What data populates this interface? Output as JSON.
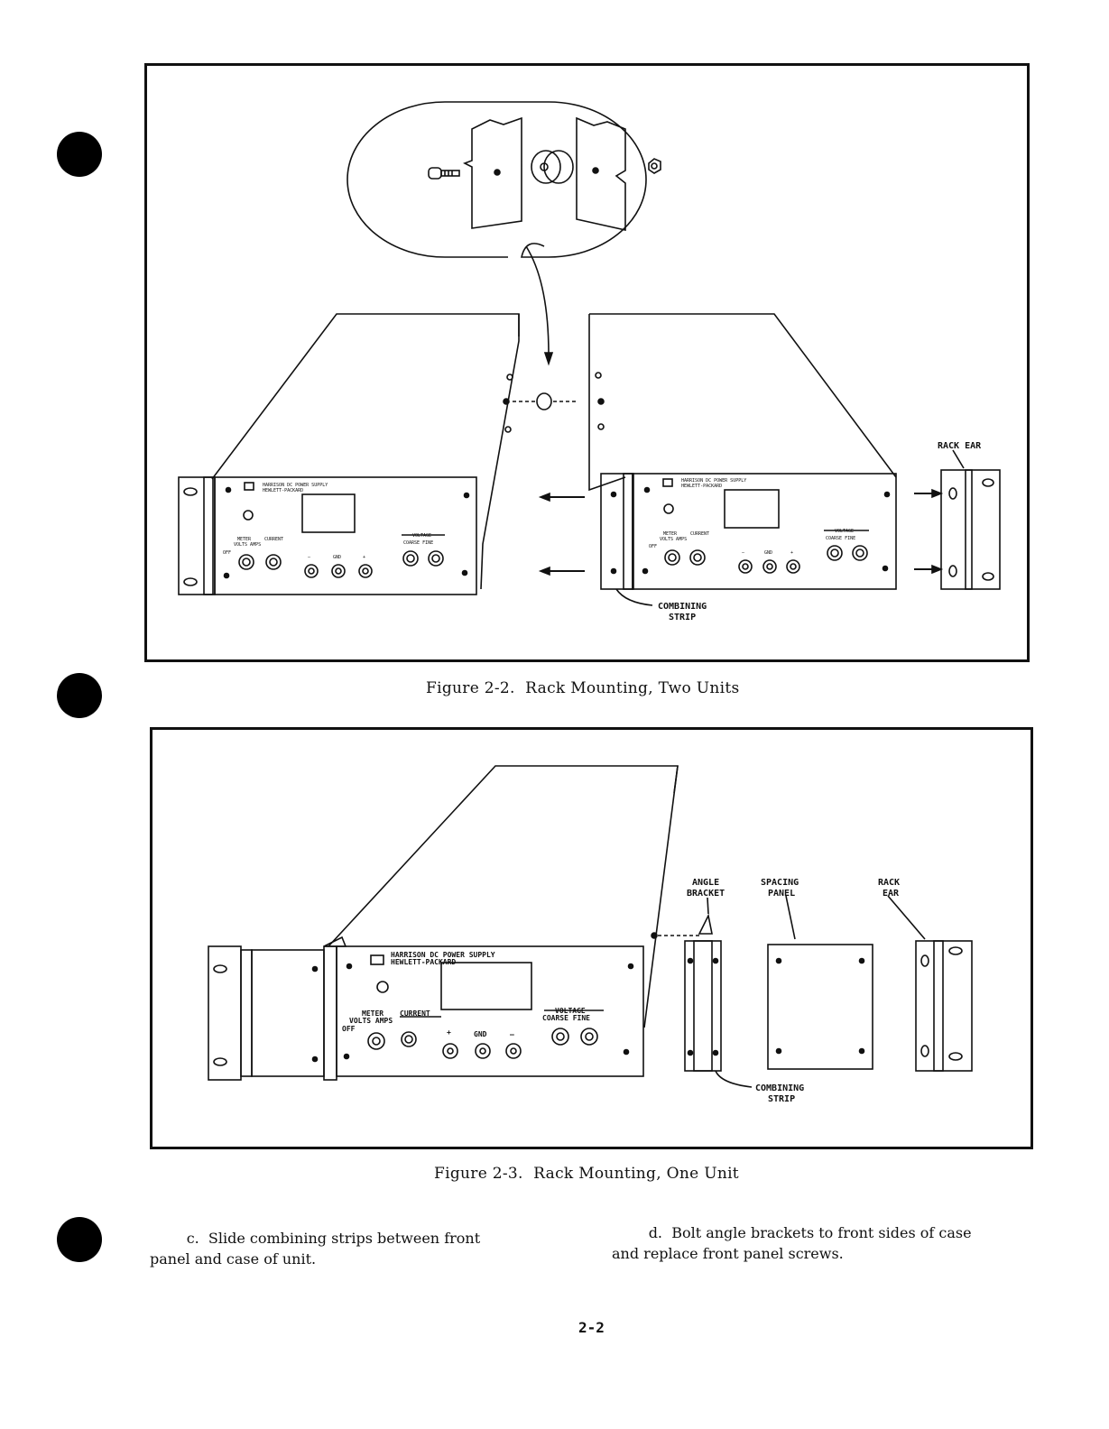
{
  "figure_2_2": {
    "caption": "Figure 2-2.  Rack Mounting, Two Units",
    "left_panel": {
      "brand_line1": "HARRISON   DC POWER SUPPLY",
      "brand_line2": "HEWLETT-PACKARD",
      "meter": "METER",
      "current": "CURRENT",
      "volts_amps": "VOLTS AMPS",
      "off": "OFF",
      "voltage": "VOLTAGE",
      "coarse_fine": "COARSE  FINE",
      "minus": "—",
      "gnd": "GND",
      "plus": "+"
    },
    "right_panel": {
      "brand_line1": "HARRISON   DC POWER SUPPLY",
      "brand_line2": "HEWLETT-PACKARD",
      "meter": "METER",
      "current": "CURRENT",
      "volts_amps": "VOLTS AMPS",
      "off": "OFF",
      "voltage": "VOLTAGE",
      "coarse_fine": "COARSE  FINE",
      "minus": "—",
      "gnd": "GND",
      "plus": "+"
    },
    "label_rack_ear": "RACK EAR",
    "label_combining_line1": "COMBINING",
    "label_combining_line2": "STRIP"
  },
  "figure_2_3": {
    "caption": "Figure 2-3.  Rack Mounting, One Unit",
    "panel": {
      "brand_line1": "HARRISON  DC POWER SUPPLY",
      "brand_line2": "HEWLETT-PACKARD",
      "meter": "METER",
      "current": "CURRENT",
      "volts_amps": "VOLTS AMPS",
      "off": "OFF",
      "voltage": "VOLTAGE",
      "coarse_fine": "COARSE  FINE",
      "plus": "+",
      "gnd": "GND",
      "minus": "—"
    },
    "label_angle_line1": "ANGLE",
    "label_angle_line2": "BRACKET",
    "label_spacing_line1": "SPACING",
    "label_spacing_line2": "PANEL",
    "label_rack_line1": "RACK",
    "label_rack_line2": "EAR",
    "label_combining_line1": "COMBINING",
    "label_combining_line2": "STRIP"
  },
  "step_c": {
    "line1": "        c.  Slide combining strips between front",
    "line2": "panel and case of unit."
  },
  "step_d": {
    "line1": "        d.  Bolt angle brackets to front sides of case",
    "line2": "and replace front panel screws."
  },
  "page_number": "2-2"
}
